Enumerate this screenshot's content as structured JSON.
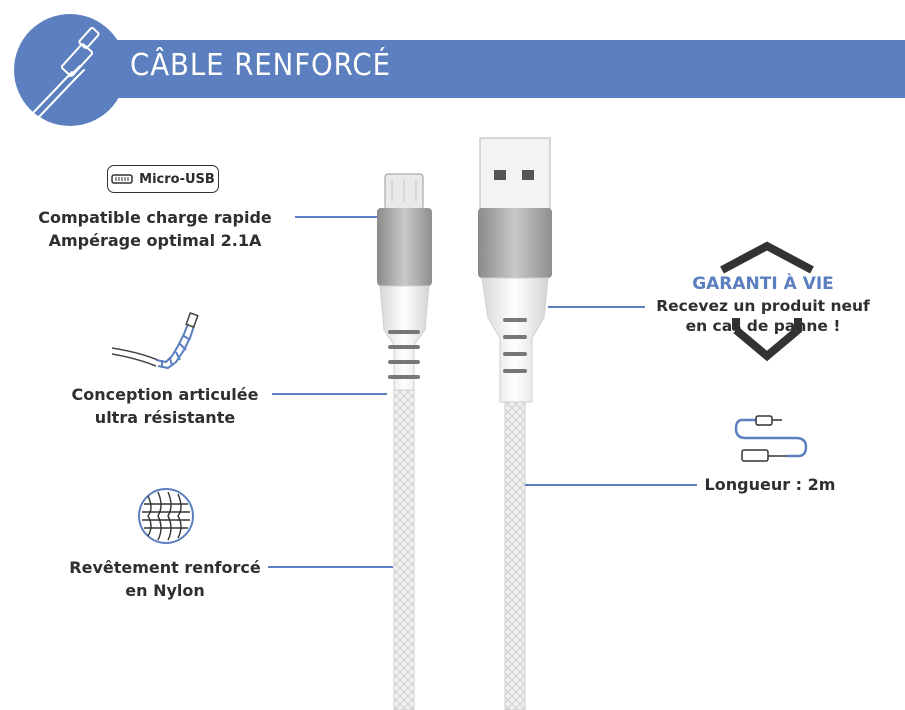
{
  "header": {
    "title": "CÂBLE RENFORCÉ",
    "icon": "cable-icon"
  },
  "connector": {
    "badge_label": "Micro-USB",
    "badge_icon": "micro-usb-icon"
  },
  "features": {
    "fast_charge": {
      "line1": "Compatible charge rapide",
      "line2": "Ampérage optimal 2.1A"
    },
    "articulated": {
      "line1": "Conception articulée",
      "line2": "ultra résistante",
      "icon": "bent-cable-icon"
    },
    "nylon": {
      "line1": "Revêtement renforcé",
      "line2": "en Nylon",
      "icon": "mesh-icon"
    },
    "warranty": {
      "title": "GARANTI À VIE",
      "line1": "Recevez un produit neuf",
      "line2": "en cas de panne !",
      "icon": "shield-icon"
    },
    "length": {
      "label": "Longueur : 2m",
      "icon": "coiled-cable-icon"
    }
  },
  "colors": {
    "accent": "#5b7fbf",
    "text": "#2f2f2f",
    "cable": "#f2f2f2",
    "metal": "#a8a8a8"
  }
}
